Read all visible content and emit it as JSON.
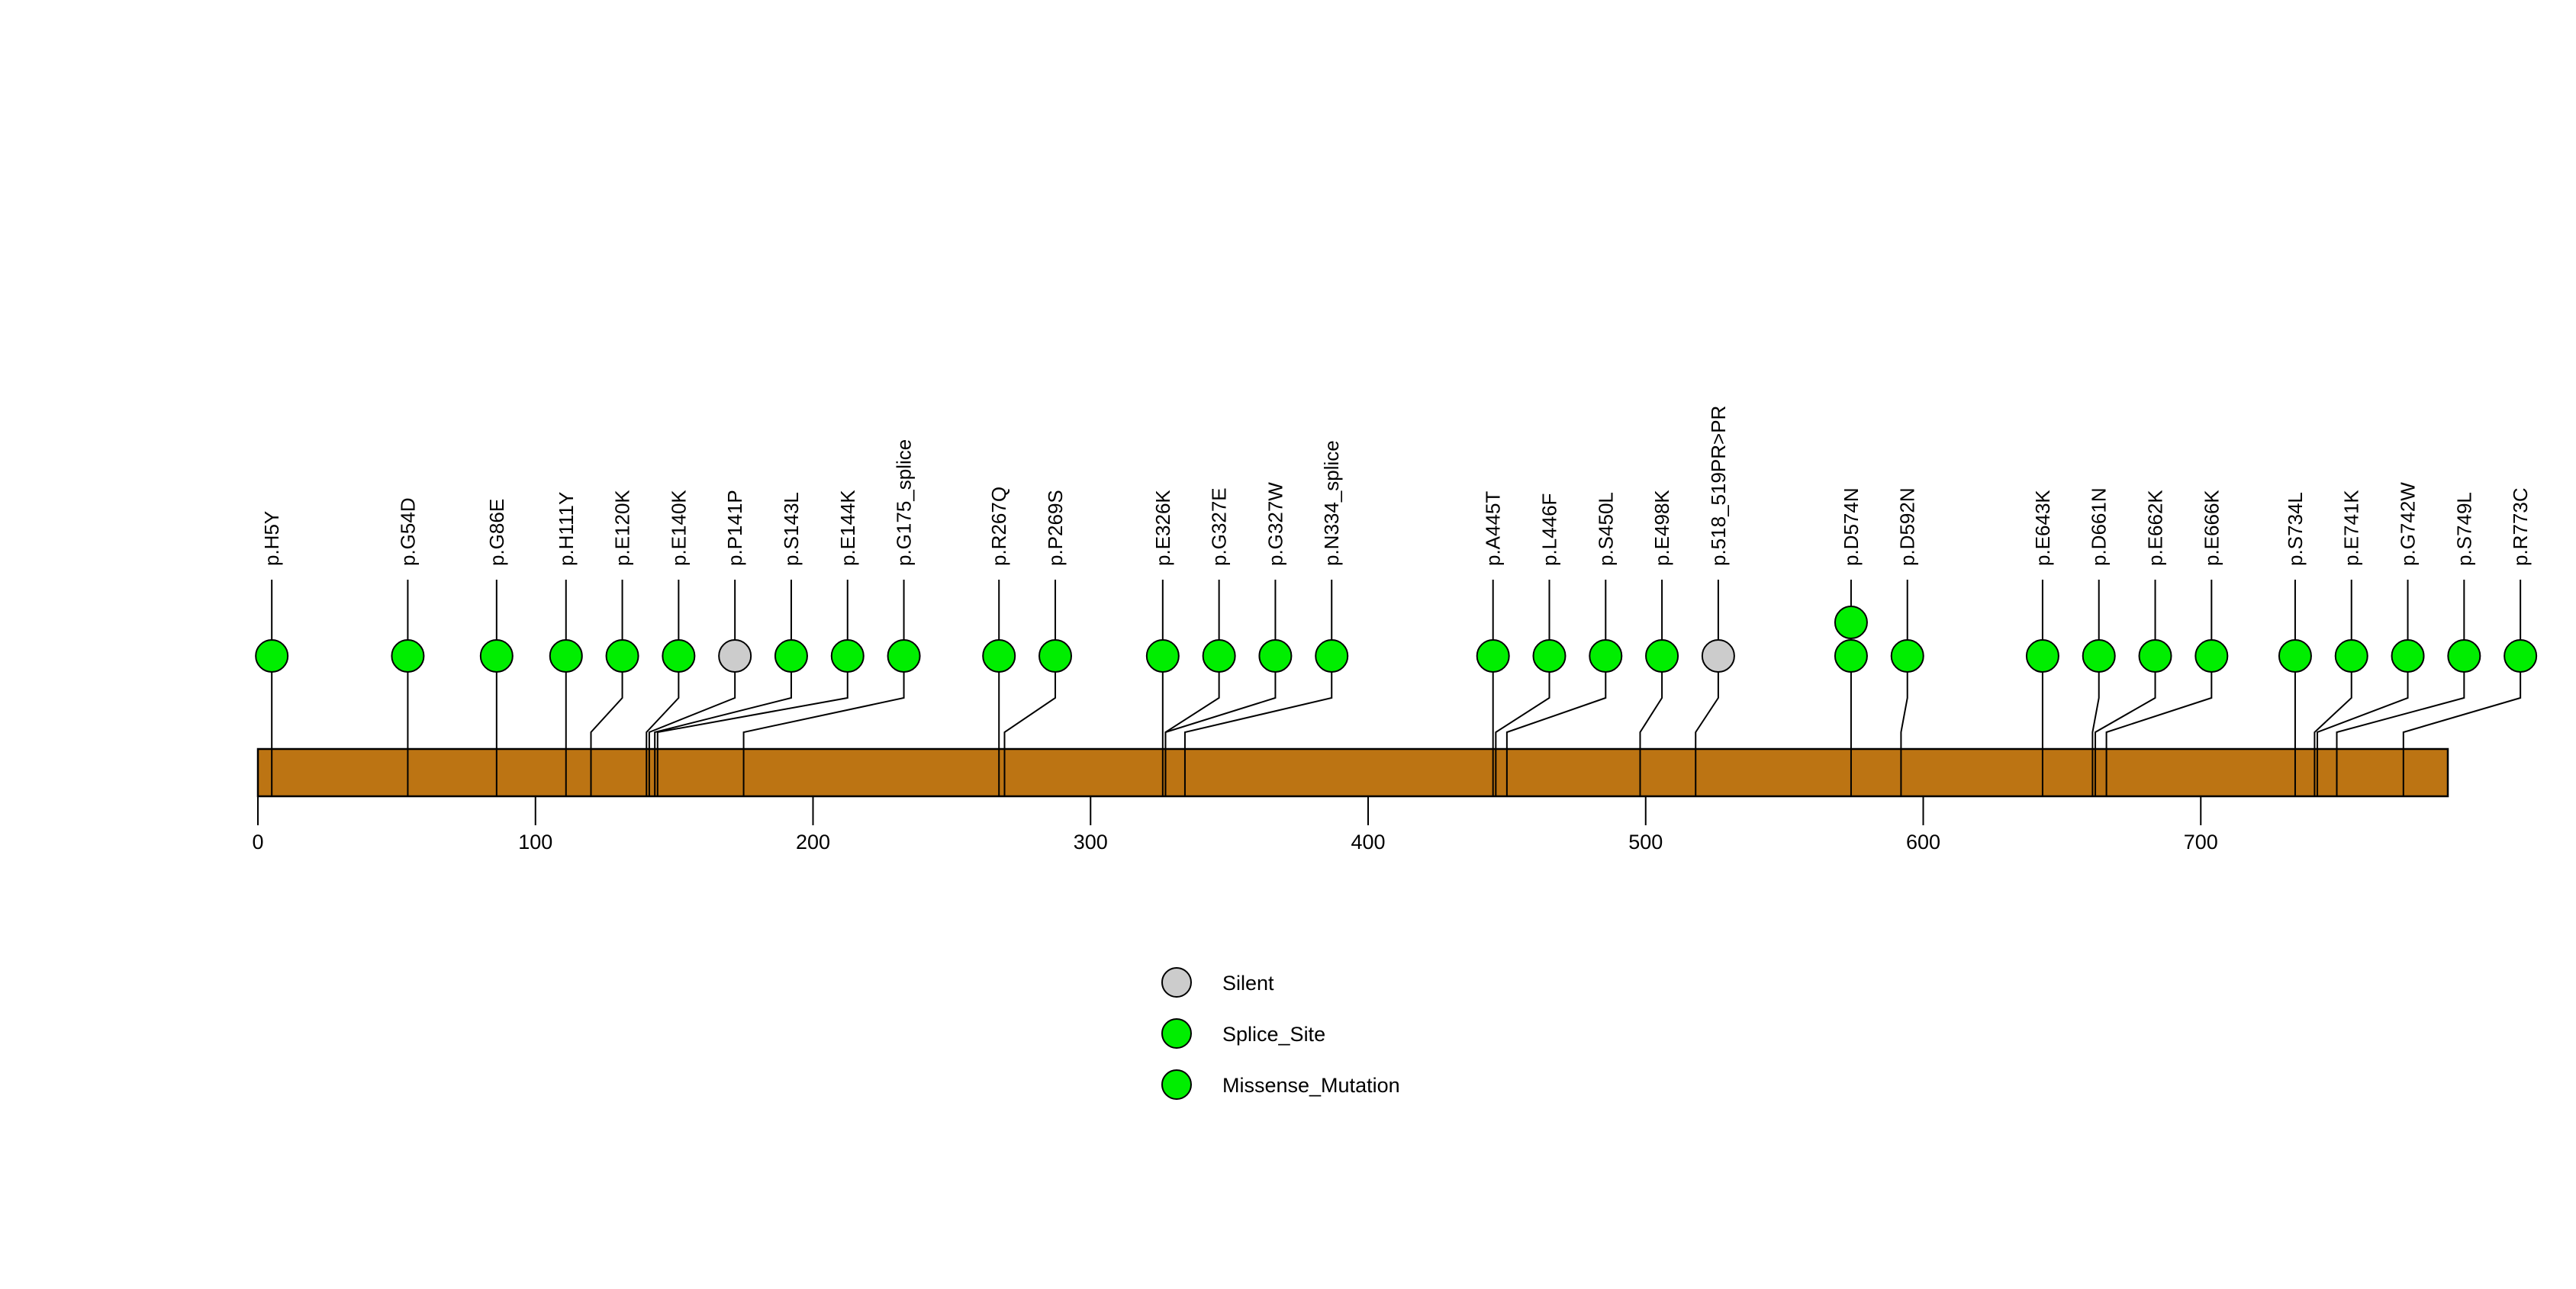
{
  "chart_data": {
    "type": "lollipop",
    "title": "",
    "xlabel": "",
    "ylabel": "",
    "xlim": [
      0,
      789
    ],
    "xticks": [
      0,
      100,
      200,
      300,
      400,
      500,
      600,
      700
    ],
    "xtick_labels": [
      "0",
      "100",
      "200",
      "300",
      "400",
      "500",
      "600",
      "700"
    ],
    "grid": false,
    "protein_length": 789,
    "domain_track": {
      "name": "protein-backbone",
      "start": 0,
      "end": 789,
      "color": "#BC7413",
      "border_color": "#000000"
    },
    "legend": {
      "position": "bottom-center",
      "entries": [
        {
          "label": "Silent",
          "color": "#CCCCCC"
        },
        {
          "label": "Splice_Site",
          "color": "#00EE00"
        },
        {
          "label": "Missense_Mutation",
          "color": "#00EE00"
        }
      ]
    },
    "colors": {
      "missense": "#00EE00",
      "splice_site": "#00EE00",
      "silent": "#CCCCCC",
      "backbone": "#BC7413",
      "outline": "#000000"
    },
    "mutations": [
      {
        "label": "p.H5Y",
        "position": 5,
        "count": 1,
        "type": "Missense_Mutation",
        "color": "#00EE00"
      },
      {
        "label": "p.G54D",
        "position": 54,
        "count": 1,
        "type": "Missense_Mutation",
        "color": "#00EE00"
      },
      {
        "label": "p.G86E",
        "position": 86,
        "count": 1,
        "type": "Missense_Mutation",
        "color": "#00EE00"
      },
      {
        "label": "p.H111Y",
        "position": 111,
        "count": 1,
        "type": "Missense_Mutation",
        "color": "#00EE00"
      },
      {
        "label": "p.E120K",
        "position": 120,
        "count": 1,
        "type": "Missense_Mutation",
        "color": "#00EE00"
      },
      {
        "label": "p.E140K",
        "position": 140,
        "count": 1,
        "type": "Missense_Mutation",
        "color": "#00EE00"
      },
      {
        "label": "p.P141P",
        "position": 141,
        "count": 1,
        "type": "Silent",
        "color": "#CCCCCC"
      },
      {
        "label": "p.S143L",
        "position": 143,
        "count": 1,
        "type": "Missense_Mutation",
        "color": "#00EE00"
      },
      {
        "label": "p.E144K",
        "position": 144,
        "count": 1,
        "type": "Missense_Mutation",
        "color": "#00EE00"
      },
      {
        "label": "p.G175_splice",
        "position": 175,
        "count": 1,
        "type": "Splice_Site",
        "color": "#00EE00"
      },
      {
        "label": "p.R267Q",
        "position": 267,
        "count": 1,
        "type": "Missense_Mutation",
        "color": "#00EE00"
      },
      {
        "label": "p.P269S",
        "position": 269,
        "count": 1,
        "type": "Missense_Mutation",
        "color": "#00EE00"
      },
      {
        "label": "p.E326K",
        "position": 326,
        "count": 1,
        "type": "Missense_Mutation",
        "color": "#00EE00"
      },
      {
        "label": "p.G327E",
        "position": 327,
        "count": 1,
        "type": "Missense_Mutation",
        "color": "#00EE00"
      },
      {
        "label": "p.G327W",
        "position": 327,
        "count": 1,
        "type": "Missense_Mutation",
        "color": "#00EE00"
      },
      {
        "label": "p.N334_splice",
        "position": 334,
        "count": 1,
        "type": "Splice_Site",
        "color": "#00EE00"
      },
      {
        "label": "p.A445T",
        "position": 445,
        "count": 1,
        "type": "Missense_Mutation",
        "color": "#00EE00"
      },
      {
        "label": "p.L446F",
        "position": 446,
        "count": 1,
        "type": "Missense_Mutation",
        "color": "#00EE00"
      },
      {
        "label": "p.S450L",
        "position": 450,
        "count": 1,
        "type": "Missense_Mutation",
        "color": "#00EE00"
      },
      {
        "label": "p.E498K",
        "position": 498,
        "count": 1,
        "type": "Missense_Mutation",
        "color": "#00EE00"
      },
      {
        "label": "p.518_519PR>PR",
        "position": 518,
        "count": 1,
        "type": "Silent",
        "color": "#CCCCCC"
      },
      {
        "label": "p.D574N",
        "position": 574,
        "count": 2,
        "type": "Missense_Mutation",
        "color": "#00EE00"
      },
      {
        "label": "p.D592N",
        "position": 592,
        "count": 1,
        "type": "Missense_Mutation",
        "color": "#00EE00"
      },
      {
        "label": "p.E643K",
        "position": 643,
        "count": 1,
        "type": "Missense_Mutation",
        "color": "#00EE00"
      },
      {
        "label": "p.D661N",
        "position": 661,
        "count": 1,
        "type": "Missense_Mutation",
        "color": "#00EE00"
      },
      {
        "label": "p.E662K",
        "position": 662,
        "count": 1,
        "type": "Missense_Mutation",
        "color": "#00EE00"
      },
      {
        "label": "p.E666K",
        "position": 666,
        "count": 1,
        "type": "Missense_Mutation",
        "color": "#00EE00"
      },
      {
        "label": "p.S734L",
        "position": 734,
        "count": 1,
        "type": "Missense_Mutation",
        "color": "#00EE00"
      },
      {
        "label": "p.E741K",
        "position": 741,
        "count": 1,
        "type": "Missense_Mutation",
        "color": "#00EE00"
      },
      {
        "label": "p.G742W",
        "position": 742,
        "count": 1,
        "type": "Missense_Mutation",
        "color": "#00EE00"
      },
      {
        "label": "p.S749L",
        "position": 749,
        "count": 1,
        "type": "Missense_Mutation",
        "color": "#00EE00"
      },
      {
        "label": "p.R773C",
        "position": 773,
        "count": 1,
        "type": "Missense_Mutation",
        "color": "#00EE00"
      }
    ]
  }
}
